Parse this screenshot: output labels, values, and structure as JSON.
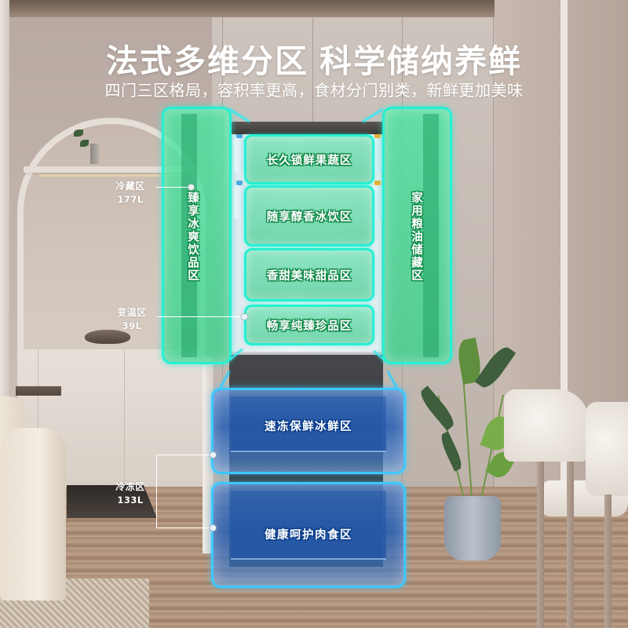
{
  "headline": {
    "part1": "法式多维分区",
    "part2": "科学储纳养鲜"
  },
  "subheadline": "四门三区格局，容积率更高，食材分门别类，新鲜更加美味",
  "callouts": {
    "refrigerator": {
      "name": "冷藏区",
      "capacity": "177L"
    },
    "variable_temp": {
      "name": "变温区",
      "capacity": "39L"
    },
    "freezer": {
      "name": "冷冻区",
      "capacity": "133L"
    }
  },
  "zones": {
    "left_door": "臻享冰爽饮品区",
    "right_door": "家用粮油储藏区",
    "shelves": [
      {
        "label": "长久锁鲜果蔬区"
      },
      {
        "label": "随享醇香冰饮区"
      },
      {
        "label": "香甜美味甜品区"
      },
      {
        "label": "畅享纯臻珍品区"
      }
    ],
    "freezer_drawers": [
      {
        "label": "速冻保鲜冰鲜区"
      },
      {
        "label": "健康呵护肉食区"
      }
    ]
  },
  "colors": {
    "green_zone_border": "#25f0d4",
    "green_zone_fill": "#46e6a0",
    "green_text_outline": "#138a4a",
    "blue_zone_border": "#3cc8ff",
    "blue_zone_fill": "#285fb4",
    "blue_text_outline": "#0b3d8a",
    "headline_text": "#ffffff"
  }
}
